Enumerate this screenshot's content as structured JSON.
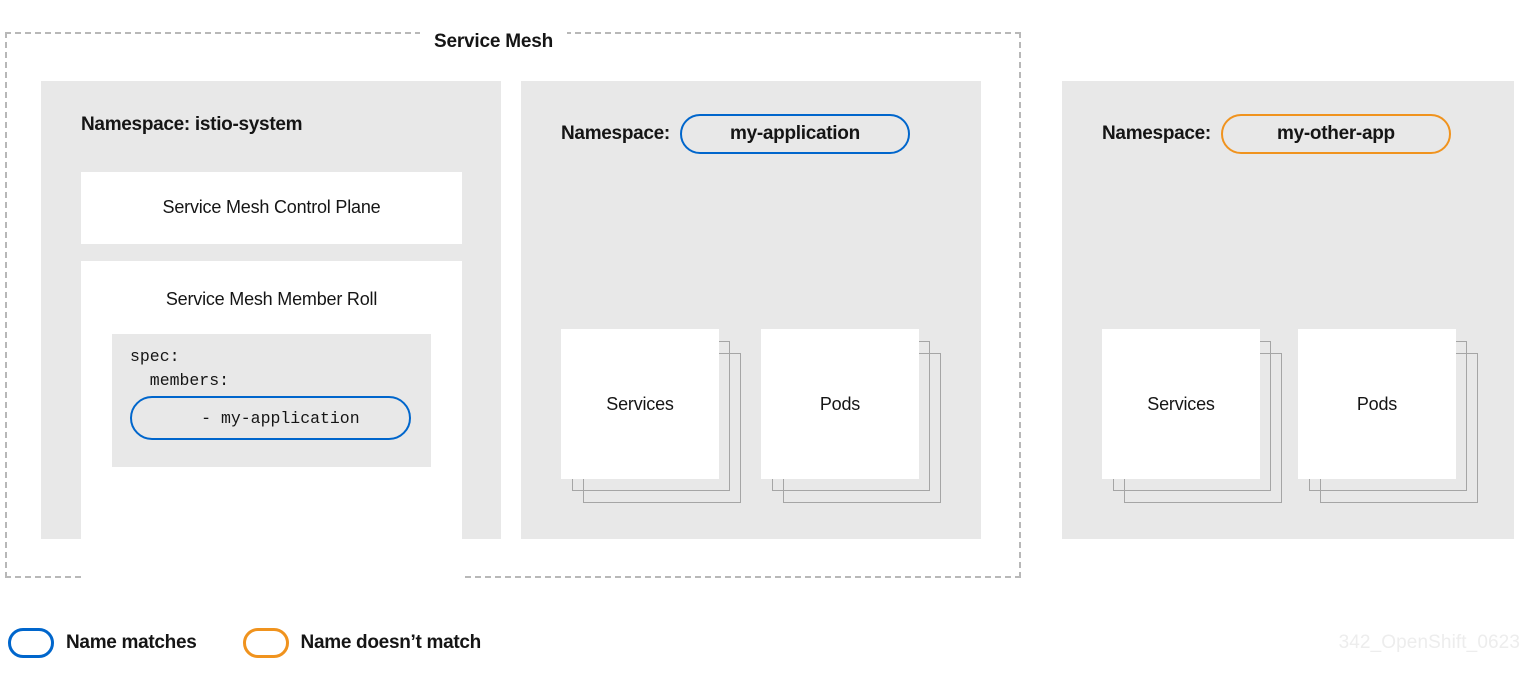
{
  "diagram": {
    "mesh": {
      "title": "Service Mesh"
    },
    "panels": [
      {
        "id": "istio-system",
        "namespace_label": "Namespace: istio-system",
        "cards": [
          {
            "title": "Service Mesh Control Plane"
          },
          {
            "title": "Service Mesh Member Roll",
            "yaml": {
              "line1": "spec:",
              "line2": "  members:",
              "highlighted_line": "  - my-application",
              "highlight_color": "#0066cc"
            }
          }
        ]
      },
      {
        "id": "my-application",
        "namespace_prefix": "Namespace:",
        "namespace_name": "my-application",
        "namespace_pill_color": "#0066cc",
        "resources": [
          {
            "label": "Services"
          },
          {
            "label": "Pods"
          }
        ]
      },
      {
        "id": "my-other-app",
        "namespace_prefix": "Namespace:",
        "namespace_name": "my-other-app",
        "namespace_pill_color": "#f0931e",
        "resources": [
          {
            "label": "Services"
          },
          {
            "label": "Pods"
          }
        ]
      }
    ],
    "legend": [
      {
        "label": "Name matches",
        "color": "#0066cc"
      },
      {
        "label": "Name doesn’t match",
        "color": "#f0931e"
      }
    ],
    "watermark": "342_OpenShift_0623"
  }
}
